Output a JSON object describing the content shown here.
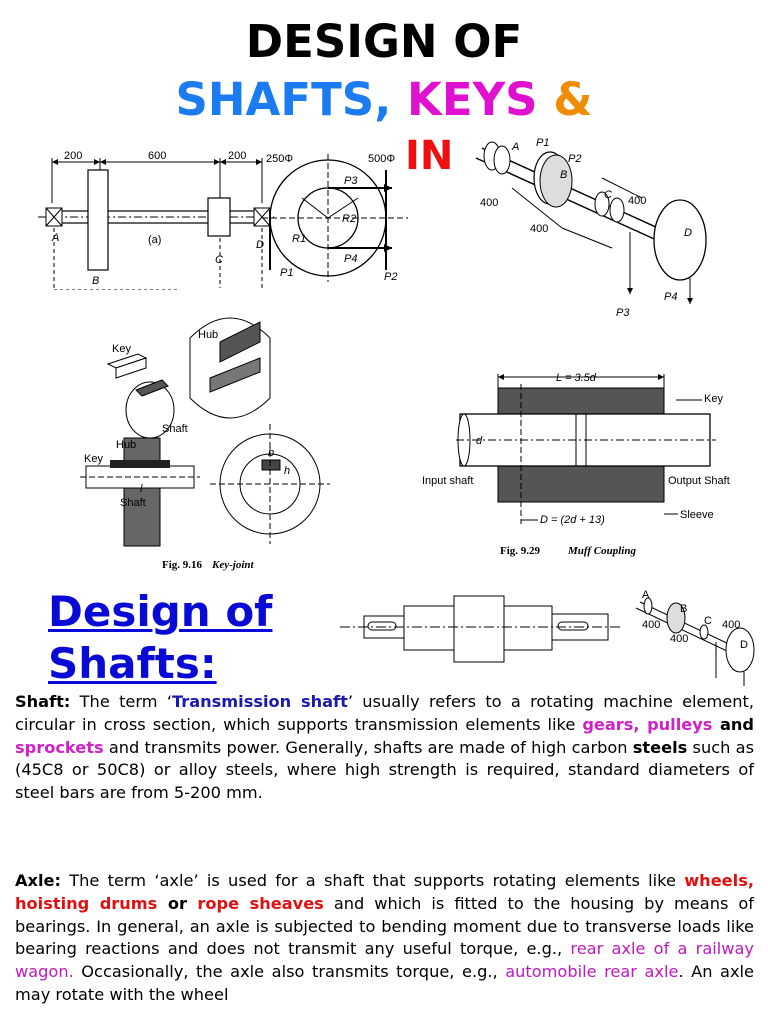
{
  "title": {
    "line1": "DESIGN OF",
    "line2_part1": "SHAFTS, ",
    "line2_part2": "KEYS",
    "line2_part3": " &",
    "line3_visible": "IN",
    "colors": {
      "line1": "#000000",
      "shafts": "#1a7cf0",
      "keys": "#e010d0",
      "ampersand": "#f08c00",
      "third": "#ee1010"
    }
  },
  "figures": {
    "shaft_diagram": {
      "dims": [
        "200",
        "600",
        "200"
      ],
      "points": [
        "A",
        "B",
        "C",
        "D"
      ],
      "sub_label": "(a)"
    },
    "pulley_diagram": {
      "left_diameter": "250Φ",
      "right_diameter": "500Φ",
      "forces": [
        "P3",
        "R2",
        "R1",
        "P4",
        "P1",
        "P2"
      ]
    },
    "iso_shaft": {
      "dims": [
        "400",
        "400",
        "400"
      ],
      "labels": [
        "A",
        "B",
        "C",
        "D",
        "P1",
        "P2",
        "P3",
        "P4"
      ]
    },
    "key_joint": {
      "labels": [
        "Hub",
        "Key",
        "Shaft",
        "Hub",
        "Key",
        "Shaft",
        "l",
        "b",
        "h"
      ],
      "caption_num": "Fig. 9.16",
      "caption_title": "Key-joint"
    },
    "muff_coupling": {
      "length_label": "L = 3.5d",
      "key_label": "Key",
      "input_label": "Input shaft",
      "output_label": "Output Shaft",
      "d_label": "d",
      "diameter_label": "D = (2d + 13)",
      "sleeve_label": "Sleeve",
      "caption_num": "Fig. 9.29",
      "caption_title": "Muff Coupling"
    },
    "small_iso": {
      "labels": [
        "A",
        "B",
        "C",
        "D",
        "400",
        "400",
        "400"
      ]
    }
  },
  "section_heading": "Design of Shafts:",
  "paragraph_shaft": {
    "label": "Shaft:",
    "t1": " The term ‘",
    "term": "Transmission shaft",
    "t2": "’ usually refers to a rotating machine element, circular in cross section, which supports transmission elements like ",
    "e1": "gears, pulleys",
    "and": " and ",
    "e2": "sprockets",
    "t3": " and transmits power. Generally, shafts are made of high carbon ",
    "steels": "steels",
    "t4": " such as (45C8 or 50C8) or alloy steels, where high strength is required, standard diameters of steel bars are from 5-200 mm."
  },
  "paragraph_axle": {
    "label": "Axle:",
    "t1": " The term ‘axle’ is used for a shaft that supports rotating elements like ",
    "e1": "wheels, hoisting drums",
    "or": " or ",
    "e2": "rope sheaves",
    "t2": " and which is fitted to the housing by means of bearings. In general, an axle is subjected to bending moment due to transverse loads like bearing reactions and does not transmit any useful torque, e.g., ",
    "ex1": "rear axle of a railway wagon.",
    "t3": " Occasionally, the axle also transmits torque, e.g., ",
    "ex2": "automobile rear axle",
    "t4": ". An axle may rotate with the wheel"
  }
}
